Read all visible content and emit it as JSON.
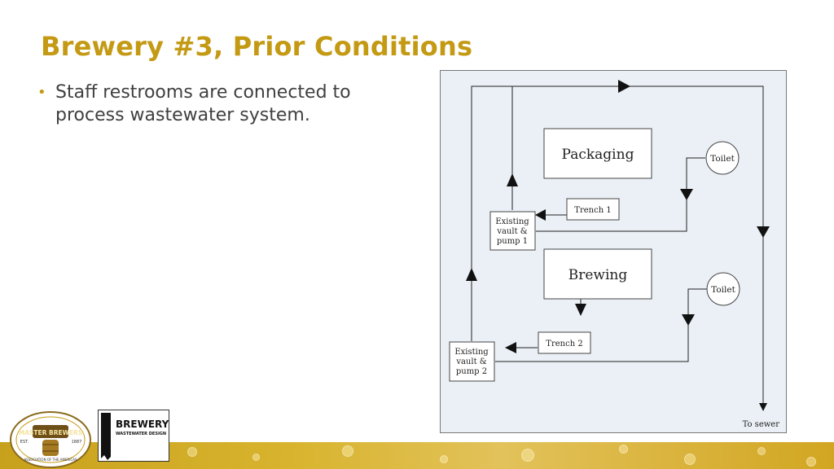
{
  "slide": {
    "title": "Brewery #3, Prior Conditions",
    "bullets": [
      "Staff restrooms are connected to process wastewater system."
    ]
  },
  "diagram": {
    "packaging_label": "Packaging",
    "brewing_label": "Brewing",
    "trench1_label": "Trench 1",
    "trench2_label": "Trench 2",
    "toilet1_label": "Toilet",
    "toilet2_label": "Toilet",
    "vault1_lines": [
      "Existing",
      "vault &",
      "pump 1"
    ],
    "vault2_lines": [
      "Existing",
      "vault &",
      "pump 2"
    ],
    "sewer_label": "To sewer"
  },
  "logos": {
    "master_brewers": {
      "text": "MASTER BREWERS",
      "est_left": "EST.",
      "est_right": "1887",
      "arc_text": "ASSOCIATION OF THE AMERICAS"
    },
    "brewery_wastewater": {
      "line1": "BREWERY",
      "line2": "WASTEWATER DESIGN"
    }
  },
  "colors": {
    "title": "#C49A14",
    "bullet_text": "#404040",
    "diagram_bg": "#EAF0F6",
    "band": "#D4AF2E"
  }
}
